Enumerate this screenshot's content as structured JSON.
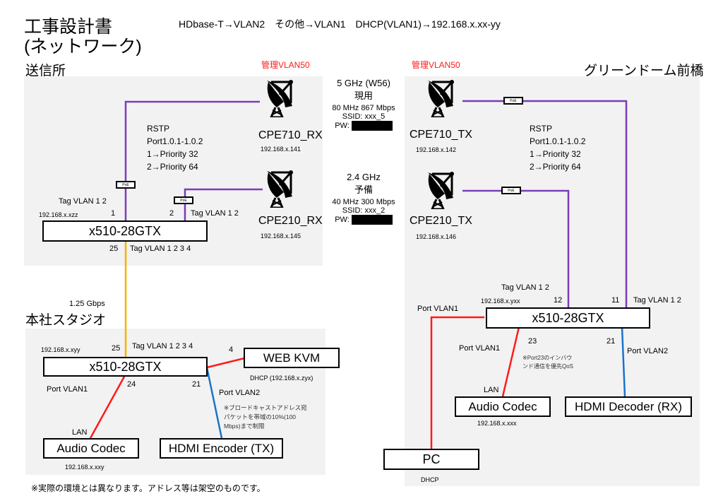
{
  "title": {
    "line1": "工事設計書",
    "line2": "(ネットワーク)"
  },
  "header_note": "HDbase-T→VLAN2　その他→VLAN1　DHCP(VLAN1)→192.168.x.xx-yy",
  "colors": {
    "panel": "#f2f2f2",
    "poe_link": "#7030a0",
    "trunk_link": "#ffc000",
    "vlan1_link": "#ff0000",
    "vlan2_link": "#0070c0",
    "mgmt_label": "#ff0000"
  },
  "sites": {
    "transmitter": {
      "label": "送信所",
      "mgmt_vlan": "管理VLAN50",
      "rstp": [
        "RSTP",
        "Port1.0.1-1.0.2",
        "1→Priority 32",
        "2→Priority 64"
      ],
      "switch": {
        "name": "x510-28GTX",
        "ip": "192.168.x.xzz"
      },
      "ports": {
        "p1": "1",
        "p1_vlan": "Tag VLAN 1 2",
        "p2": "2",
        "p2_vlan": "Tag VLAN 1 2",
        "p25": "25",
        "p25_vlan": "Tag VLAN 1 2 3 4"
      },
      "cpe_main": {
        "name": "CPE710_RX",
        "ip": "192.168.x.141"
      },
      "cpe_backup": {
        "name": "CPE210_RX",
        "ip": "192.168.x.145"
      },
      "poe_label": "PoE"
    },
    "green_dome": {
      "label": "グリーンドーム前橋",
      "mgmt_vlan": "管理VLAN50",
      "rstp": [
        "RSTP",
        "Port1.0.1-1.0.2",
        "1→Priority 32",
        "2→Priority 64"
      ],
      "switch": {
        "name": "x510-28GTX",
        "ip": "192.168.x.yxx"
      },
      "ports": {
        "p12": "12",
        "p12_vlan": "Tag VLAN 1 2",
        "p11": "11",
        "p11_vlan": "Tag VLAN 1 2",
        "p23": "23",
        "p23_vlan": "Port VLAN1",
        "p21": "21",
        "p21_vlan": "Port VLAN2",
        "pc_vlan": "Port VLAN1"
      },
      "qos_note": [
        "※Port23のインバウ",
        "ンド通信を優先QoS"
      ],
      "cpe_main": {
        "name": "CPE710_TX",
        "ip": "192.168.x.142"
      },
      "cpe_backup": {
        "name": "CPE210_TX",
        "ip": "192.168.x.146"
      },
      "audio_codec": {
        "name": "Audio Codec",
        "ip": "192.168.x.xxx",
        "port_label": "LAN"
      },
      "hdmi_decoder": {
        "name": "HDMI Decoder (RX)"
      },
      "pc": {
        "name": "PC",
        "ip": "DHCP"
      },
      "poe_label": "PoE"
    },
    "studio": {
      "label": "本社スタジオ",
      "uplink_speed": "1.25 Gbps",
      "switch": {
        "name": "x510-28GTX",
        "ip": "192.168.x.xyy"
      },
      "ports": {
        "p25": "25",
        "p25_vlan": "Tag VLAN 1 2 3 4",
        "p4": "4",
        "p24": "24",
        "p24_vlan": "Port VLAN1",
        "p21": "21",
        "p21_vlan": "Port VLAN2"
      },
      "broadcast_note": [
        "※ブロードキャストアドレス宛",
        "パケットを帯域の10%(100",
        "Mbps)まで制限"
      ],
      "web_kvm": {
        "name": "WEB KVM",
        "ip": "DHCP (192.168.x.zyx)"
      },
      "audio_codec": {
        "name": "Audio Codec",
        "ip": "192.168.x.xxy",
        "port_label": "LAN"
      },
      "hdmi_encoder": {
        "name": "HDMI Encoder (TX)"
      }
    }
  },
  "links": {
    "main": {
      "band": "5 GHz (W56)",
      "role": "現用",
      "spec": "80 MHz 867 Mbps",
      "ssid": "SSID: xxx_5",
      "pw_label": "PW:"
    },
    "backup": {
      "band": "2.4 GHz",
      "role": "予備",
      "spec": "40 MHz 300 Mbps",
      "ssid": "SSID: xxx_2",
      "pw_label": "PW:"
    }
  },
  "footer_note": "※実際の環境とは異なります。アドレス等は架空のものです。",
  "icons": {
    "antenna": "satellite-dish-icon"
  }
}
